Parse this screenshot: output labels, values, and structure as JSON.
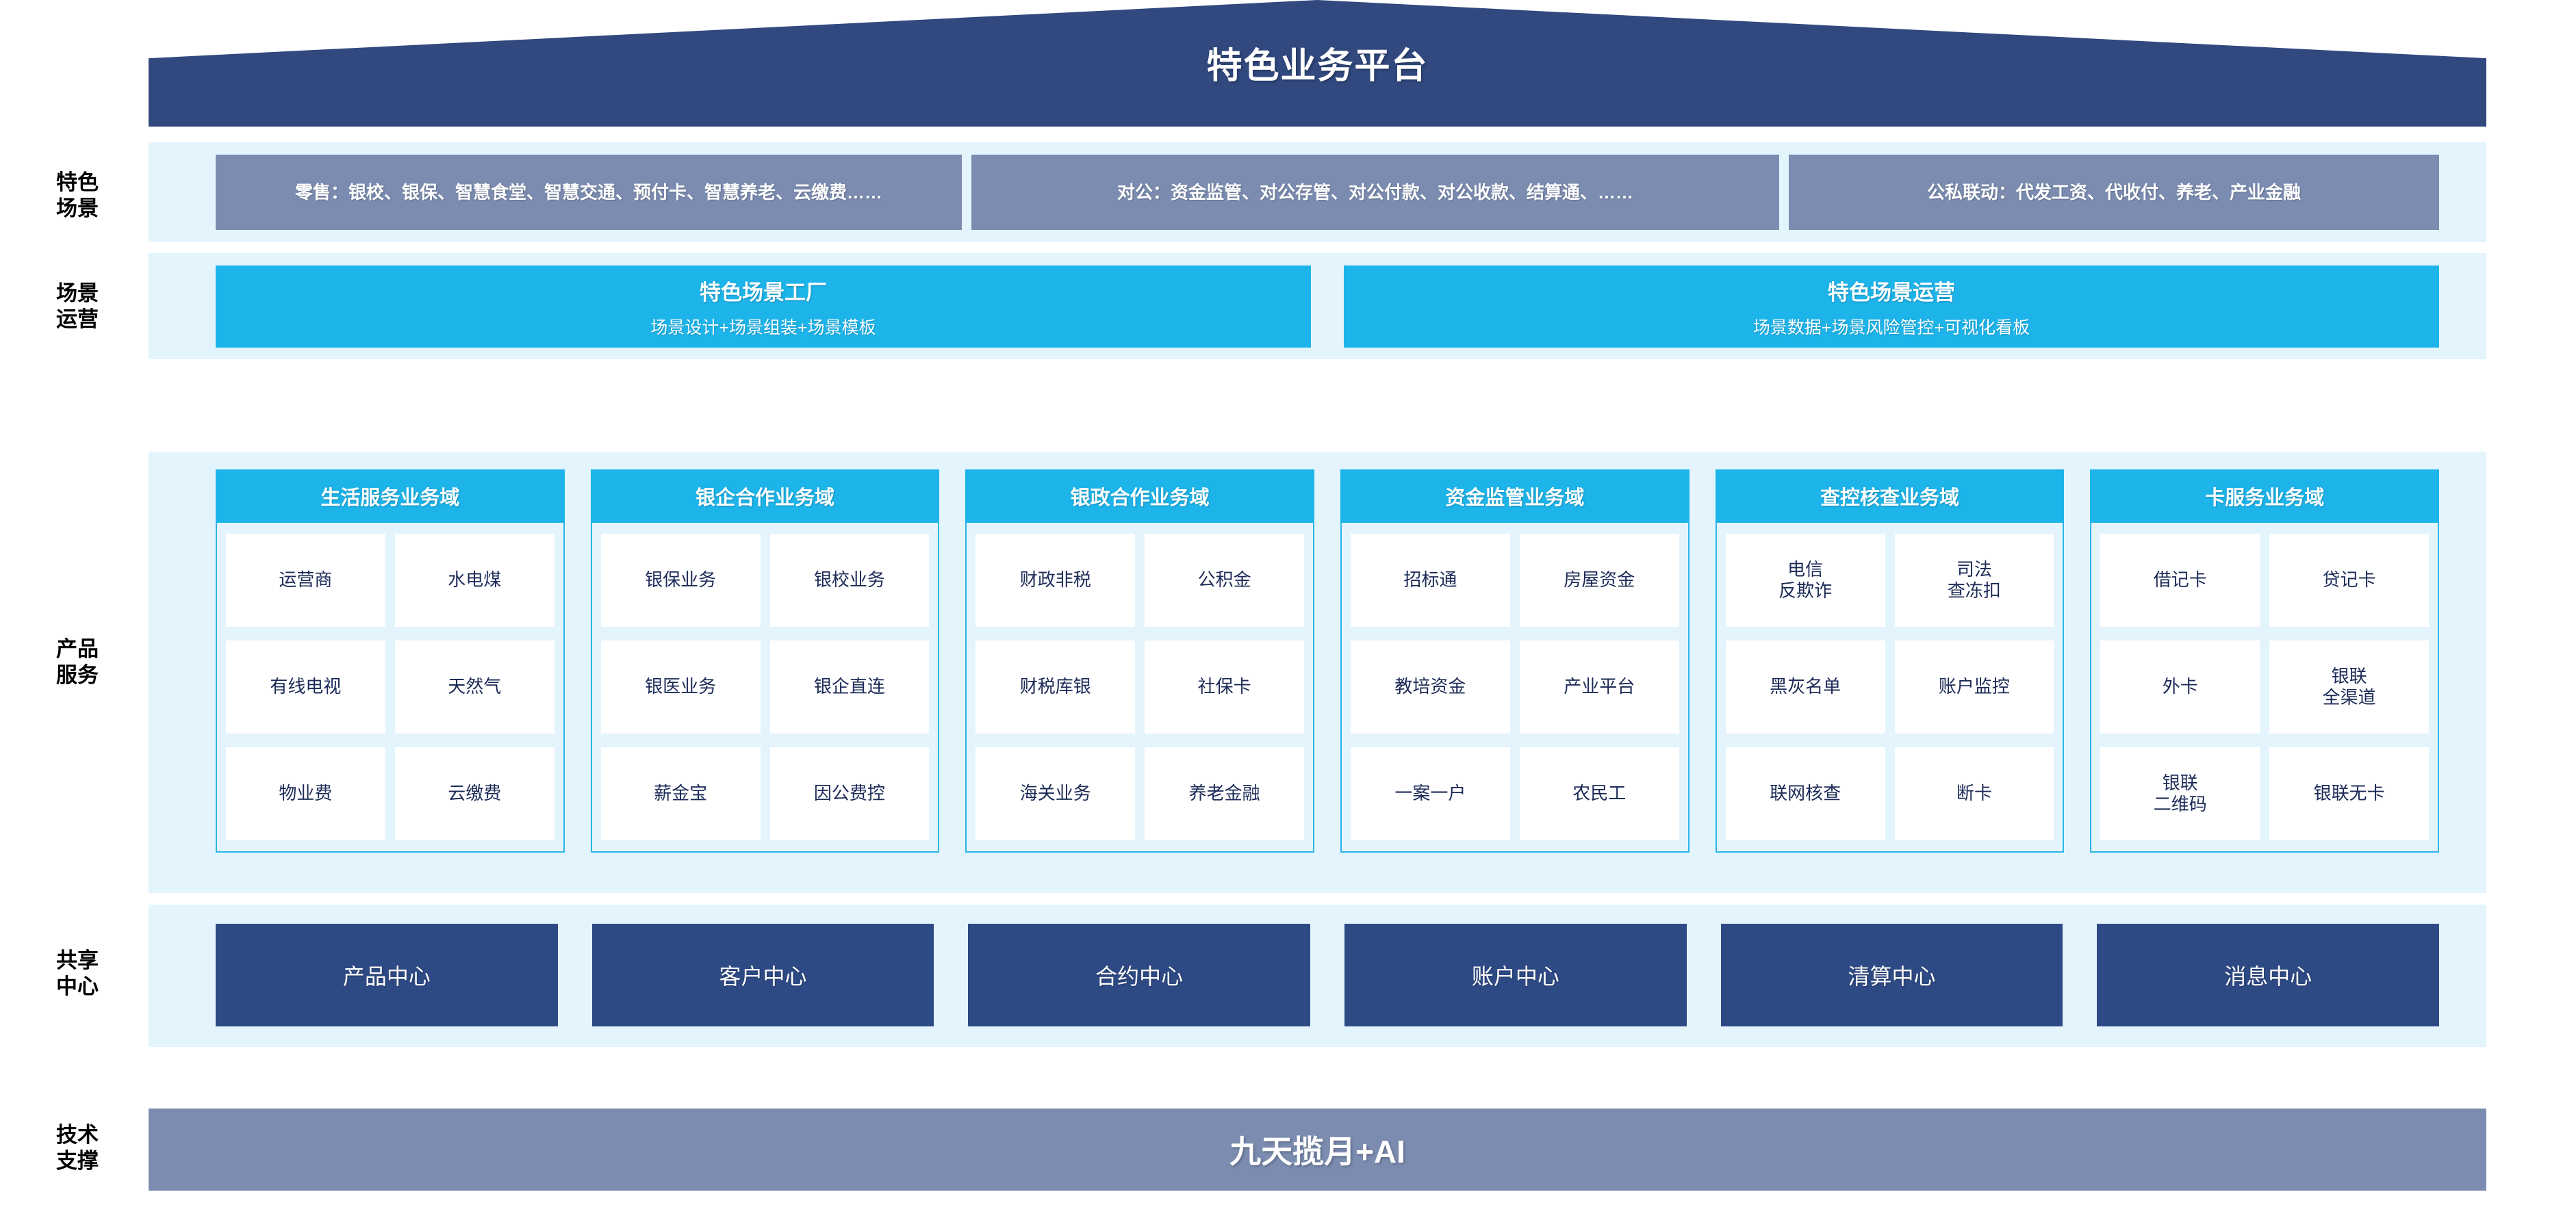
{
  "title": "特色业务平台",
  "row_labels": {
    "scenario": "特色\n场景",
    "operation": "场景\n运营",
    "product": "产品\n服务",
    "shared": "共享\n中心",
    "tech": "技术\n支撑"
  },
  "colors": {
    "roof": "#31497f",
    "band": "#e4f4fd",
    "scenario_box": "#7b8cb0",
    "cyan": "#1db4ea",
    "domain_border": "#2ab6e8",
    "shared_box": "#2e4a85",
    "tech_bar": "#7b8cb0",
    "tile": "#ffffff",
    "text_dark": "#1c2b57"
  },
  "scenarios": [
    {
      "label": "零售：银校、银保、智慧食堂、智慧交通、预付卡、智慧养老、云缴费……"
    },
    {
      "label": "对公：资金监管、对公存管、对公付款、对公收款、结算通、……"
    },
    {
      "label": "公私联动：代发工资、代收付、养老、产业金融"
    }
  ],
  "operations": [
    {
      "title": "特色场景工厂",
      "sub": "场景设计+场景组装+场景模板"
    },
    {
      "title": "特色场景运营",
      "sub": "场景数据+场景风险管控+可视化看板"
    }
  ],
  "domains": [
    {
      "title": "生活服务业务域",
      "tiles": [
        "运营商",
        "水电煤",
        "有线电视",
        "天然气",
        "物业费",
        "云缴费"
      ]
    },
    {
      "title": "银企合作业务域",
      "tiles": [
        "银保业务",
        "银校业务",
        "银医业务",
        "银企直连",
        "薪金宝",
        "因公费控"
      ]
    },
    {
      "title": "银政合作业务域",
      "tiles": [
        "财政非税",
        "公积金",
        "财税库银",
        "社保卡",
        "海关业务",
        "养老金融"
      ]
    },
    {
      "title": "资金监管业务域",
      "tiles": [
        "招标通",
        "房屋资金",
        "教培资金",
        "产业平台",
        "一案一户",
        "农民工"
      ]
    },
    {
      "title": "查控核查业务域",
      "tiles": [
        "电信\n反欺诈",
        "司法\n查冻扣",
        "黑灰名单",
        "账户监控",
        "联网核查",
        "断卡"
      ]
    },
    {
      "title": "卡服务业务域",
      "tiles": [
        "借记卡",
        "贷记卡",
        "外卡",
        "银联\n全渠道",
        "银联\n二维码",
        "银联无卡"
      ]
    }
  ],
  "shared_centers": [
    {
      "label": "产品中心"
    },
    {
      "label": "客户中心"
    },
    {
      "label": "合约中心"
    },
    {
      "label": "账户中心"
    },
    {
      "label": "清算中心"
    },
    {
      "label": "消息中心"
    }
  ],
  "tech_support": {
    "label": "九天揽月+AI"
  }
}
